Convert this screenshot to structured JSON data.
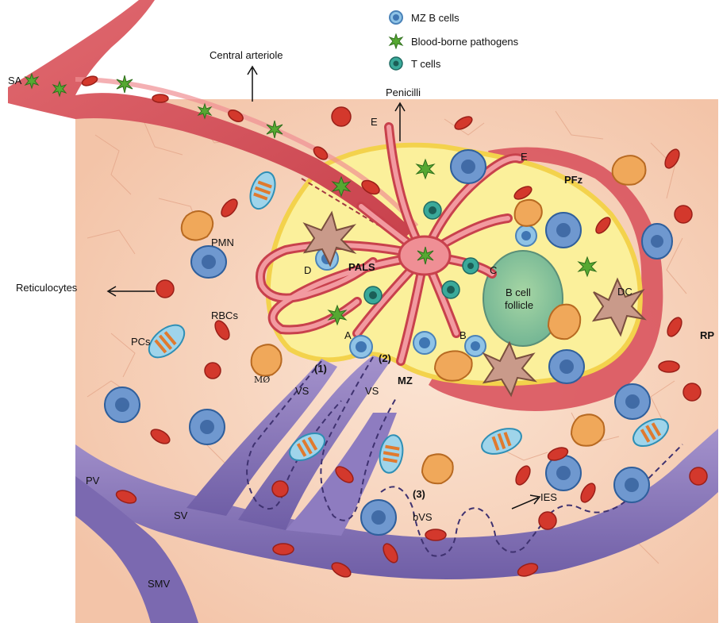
{
  "legend": {
    "mz_b_cells": "MZ B cells",
    "pathogens": "Blood-borne pathogens",
    "t_cells": "T cells"
  },
  "labels": {
    "sa": "SA",
    "central_arteriole": "Central arteriole",
    "penicilli": "Penicilli",
    "e_top": "E",
    "e_right": "E",
    "pfz": "PFz",
    "pmn": "PMN",
    "reticulocytes": "Reticulocytes",
    "d": "D",
    "pals": "PALS",
    "c": "C",
    "b_cell_follicle_line1": "B cell",
    "b_cell_follicle_line2": "follicle",
    "dc": "DC",
    "rbcs": "RBCs",
    "pcs": "PCs",
    "a": "A",
    "b": "B",
    "rp": "RP",
    "mo": "MØ",
    "one": "(1)",
    "two": "(2)",
    "vs1": "VS",
    "vs2": "VS",
    "mz": "MZ",
    "pv": "PV",
    "sv": "SV",
    "three": "(3)",
    "bvs": "bVS",
    "ies": "IES",
    "smv": "SMV"
  },
  "colors": {
    "tissue": "#f6d3bd",
    "tissue_line": "#e7a58a",
    "artery": "#d9545e",
    "artery_light": "#f08f93",
    "pals": "#fbf09b",
    "pals_edge": "#f3d24c",
    "vein": "#8a78b8",
    "vein_light": "#b3a5d6",
    "follicle": "#86c49a",
    "rbc": "#d3382c",
    "b_cell": "#5f8fc7",
    "t_cell": "#2d9b8e",
    "pathogen": "#56a832"
  }
}
